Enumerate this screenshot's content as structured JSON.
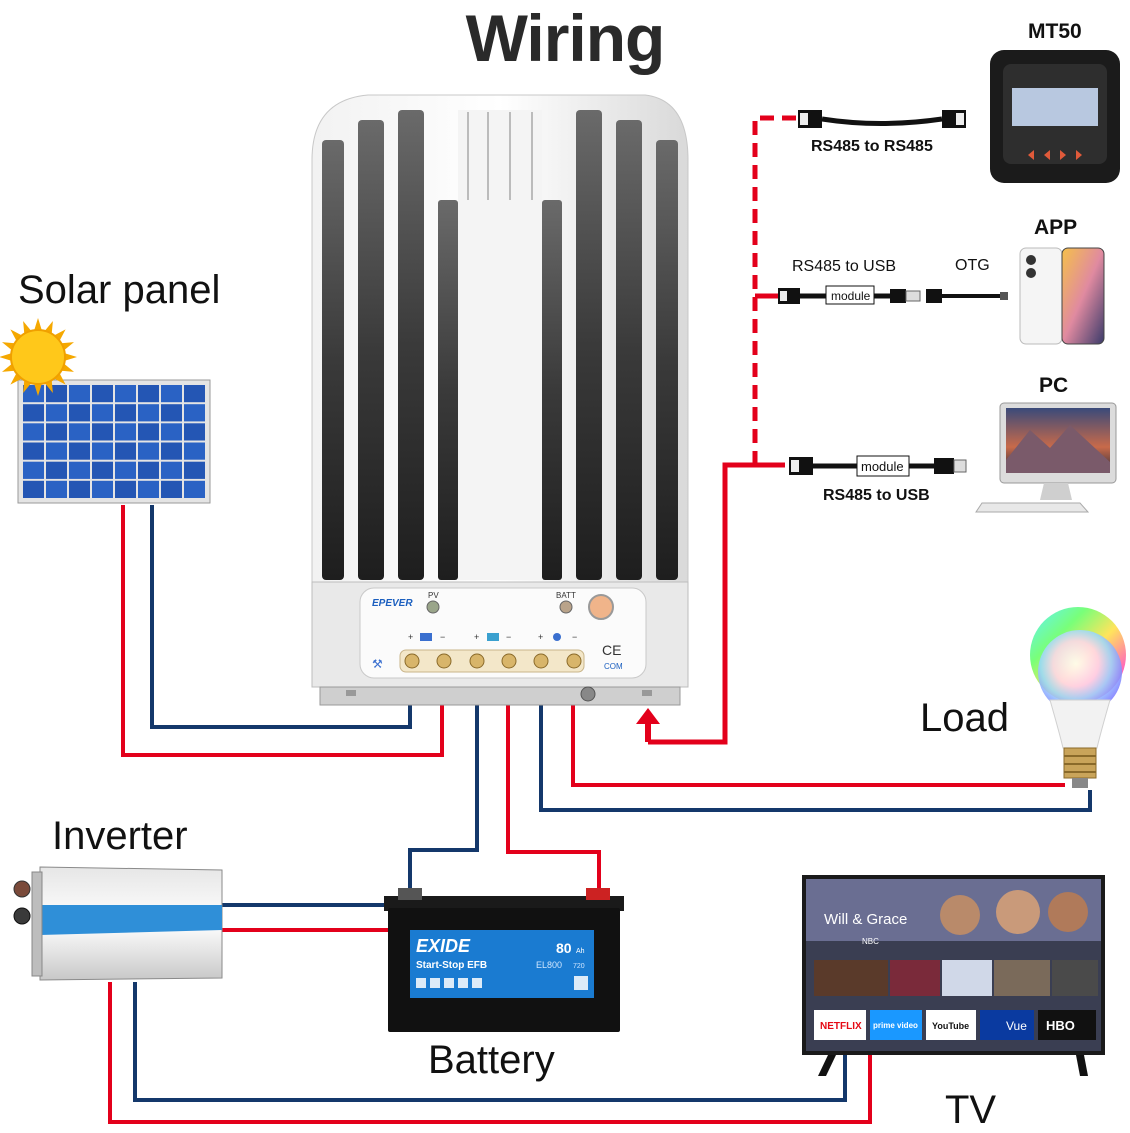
{
  "title": "Wiring",
  "labels": {
    "solar_panel": "Solar panel",
    "inverter": "Inverter",
    "battery": "Battery",
    "load": "Load",
    "tv": "TV",
    "mt50": "MT50",
    "app": "APP",
    "pc": "PC"
  },
  "cables": {
    "rs485_to_rs485": "RS485 to RS485",
    "rs485_to_usb_app": "RS485 to USB",
    "otg": "OTG",
    "rs485_to_usb_pc": "RS485 to USB",
    "module_app": "module",
    "module_pc": "module"
  },
  "controller": {
    "brand": "EPEVER",
    "pv": "PV",
    "batt": "BATT",
    "com": "COM",
    "ce": "CE"
  },
  "battery": {
    "brand": "EXIDE",
    "model": "Start-Stop EFB",
    "capacity": "80",
    "capacity_unit": "Ah",
    "code": "EL800",
    "cca": "720"
  },
  "tv_screen": {
    "show": "Will & Grace",
    "network": "NBC",
    "apps": [
      "NETFLIX",
      "prime video",
      "YouTube",
      "Vue",
      "HBO"
    ]
  },
  "colors": {
    "positive_wire": "#e3001b",
    "negative_wire": "#14386b",
    "comm_wire": "#e3001b"
  }
}
